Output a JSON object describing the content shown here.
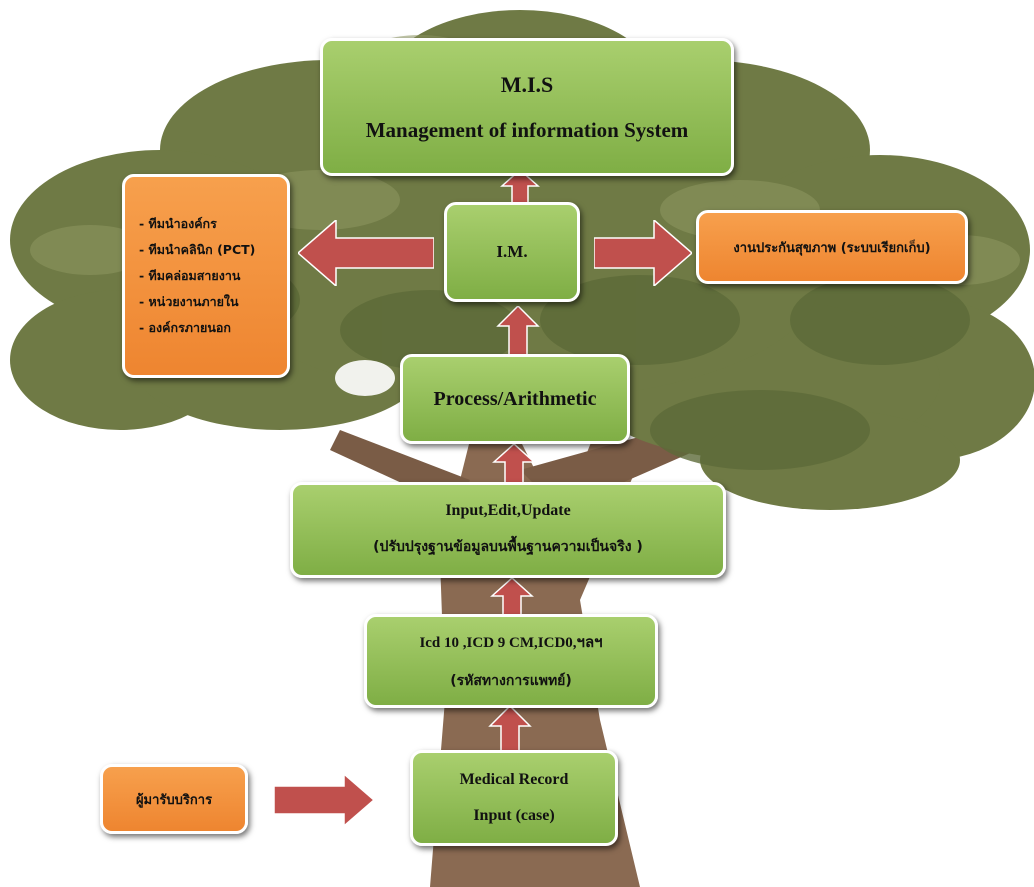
{
  "mis": {
    "line1": "M.I.S",
    "line2": "Management of information System"
  },
  "im": "I.M.",
  "process": "Process/Arithmetic",
  "input_edit": {
    "line1": "Input,Edit,Update",
    "line2": "(ปรับปรุงฐานข้อมูลบนพื้นฐานความเป็นจริง )"
  },
  "icd": {
    "line1": "Icd 10 ,ICD 9 CM,ICD0,ฯลฯ",
    "line2": "(รหัสทางการแพทย์)"
  },
  "medical_record": {
    "line1": "Medical Record",
    "line2": "Input (case)"
  },
  "service_recipient": "ผู้มารับบริการ",
  "insurance": "งานประกันสุขภาพ (ระบบเรียกเก็บ)",
  "stakeholders": [
    "- ทีมนำองค์กร",
    "- ทีมนำคลินิก (PCT)",
    "- ทีมคล่อมสายงาน",
    "- หน่วยงานภายใน",
    "- องค์กรภายนอก"
  ],
  "colors": {
    "green_box": "#8fbd55",
    "orange_box": "#f29440",
    "arrow": "#c0504d",
    "foliage": "#6f7a45",
    "trunk": "#8a6a52"
  }
}
